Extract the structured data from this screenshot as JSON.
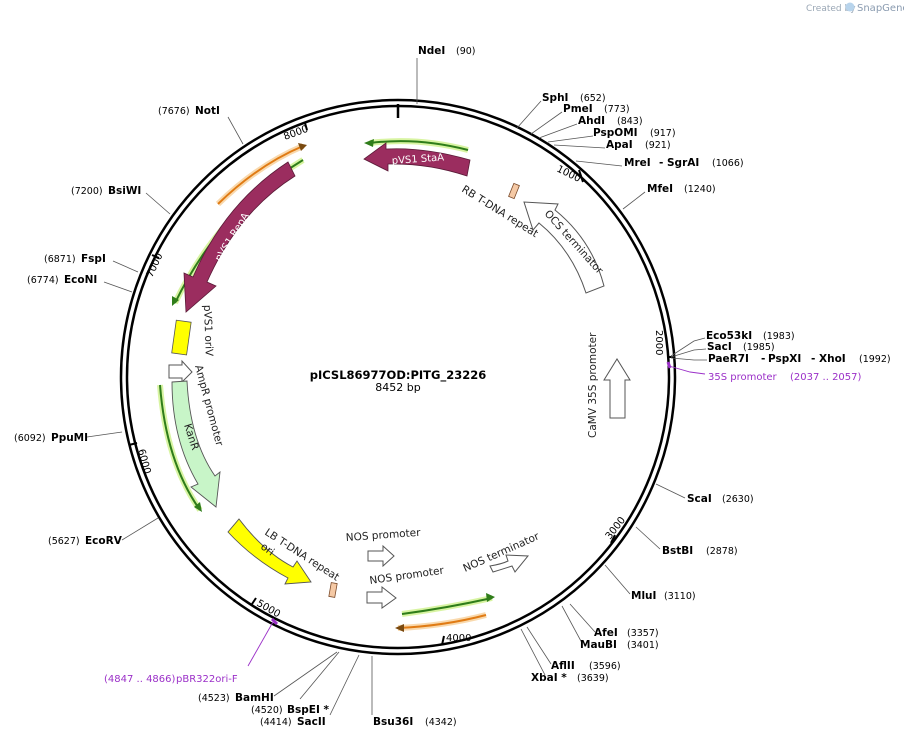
{
  "credit": {
    "created_by": "Created by",
    "brand": "SnapGene"
  },
  "plasmid": {
    "name": "pICSL86977OD:PITG_23226",
    "length": "8452 bp"
  },
  "backbone_ticks": [
    "1000",
    "2000",
    "3000",
    "4000",
    "5000",
    "6000",
    "7000",
    "8000"
  ],
  "sites": [
    {
      "name": "NdeI",
      "pos": "(90)"
    },
    {
      "name": "SphI",
      "pos": "(652)"
    },
    {
      "name": "PmeI",
      "pos": "(773)"
    },
    {
      "name": "AhdI",
      "pos": "(843)"
    },
    {
      "name": "PspOMI",
      "pos": "(917)"
    },
    {
      "name": "ApaI",
      "pos": "(921)"
    },
    {
      "name": "MreI",
      "sep": "-",
      "name2": "SgrAI",
      "pos": "(1066)"
    },
    {
      "name": "MfeI",
      "pos": "(1240)"
    },
    {
      "name": "Eco53kI",
      "pos": "(1983)"
    },
    {
      "name": "SacI",
      "pos": "(1985)"
    },
    {
      "name": "PaeR7I",
      "sep": "-",
      "name2": "PspXI",
      "sep2": "-",
      "name3": "XhoI",
      "pos": "(1992)"
    },
    {
      "name": "ScaI",
      "pos": "(2630)"
    },
    {
      "name": "BstBI",
      "pos": "(2878)"
    },
    {
      "name": "MluI",
      "pos": "(3110)"
    },
    {
      "name": "AfeI",
      "pos": "(3357)"
    },
    {
      "name": "MauBI",
      "pos": "(3401)"
    },
    {
      "name": "AflII",
      "pos": "(3596)"
    },
    {
      "name": "XbaI *",
      "pos": "(3639)"
    },
    {
      "name": "Bsu36I",
      "pos": "(4342)"
    },
    {
      "name": "SacII",
      "pos": "(4414)"
    },
    {
      "name": "BspEI *",
      "pos": "(4520)"
    },
    {
      "name": "BamHI",
      "pos": "(4523)"
    },
    {
      "name": "EcoRV",
      "pos": "(5627)"
    },
    {
      "name": "PpuMI",
      "pos": "(6092)"
    },
    {
      "name": "EcoNI",
      "pos": "(6774)"
    },
    {
      "name": "FspI",
      "pos": "(6871)"
    },
    {
      "name": "BsiWI",
      "pos": "(7200)"
    },
    {
      "name": "NotI",
      "pos": "(7676)"
    }
  ],
  "primers": [
    {
      "name": "35S promoter",
      "range": "(2037 .. 2057)"
    },
    {
      "name": "pBR322ori-F",
      "range": "(4847 .. 4866)"
    }
  ],
  "features": {
    "pvs1_staa": "pVS1 StaA",
    "pvs1_repa": "pVS1 RepA",
    "rb_tdna": "RB T-DNA repeat",
    "ocs_term": "OCS terminator",
    "camv35s": "CaMV 35S promoter",
    "pvs1_oriv": "pVS1 oriV",
    "ampr_prom": "AmpR promoter",
    "kanr": "KanR",
    "lb_tdna": "LB T-DNA repeat",
    "ori": "ori",
    "nos_prom1": "NOS promoter",
    "nos_prom2": "NOS promoter",
    "nos_term": "NOS terminator"
  },
  "colors": {
    "backbone": "#000000",
    "maroon": "#9b2d5f",
    "yellow": "#ffff00",
    "kanr": "#c8f5c8",
    "primer": "#9b30c8",
    "orf_green": "#2f7d1a",
    "orf_orange": "#e07b14"
  }
}
